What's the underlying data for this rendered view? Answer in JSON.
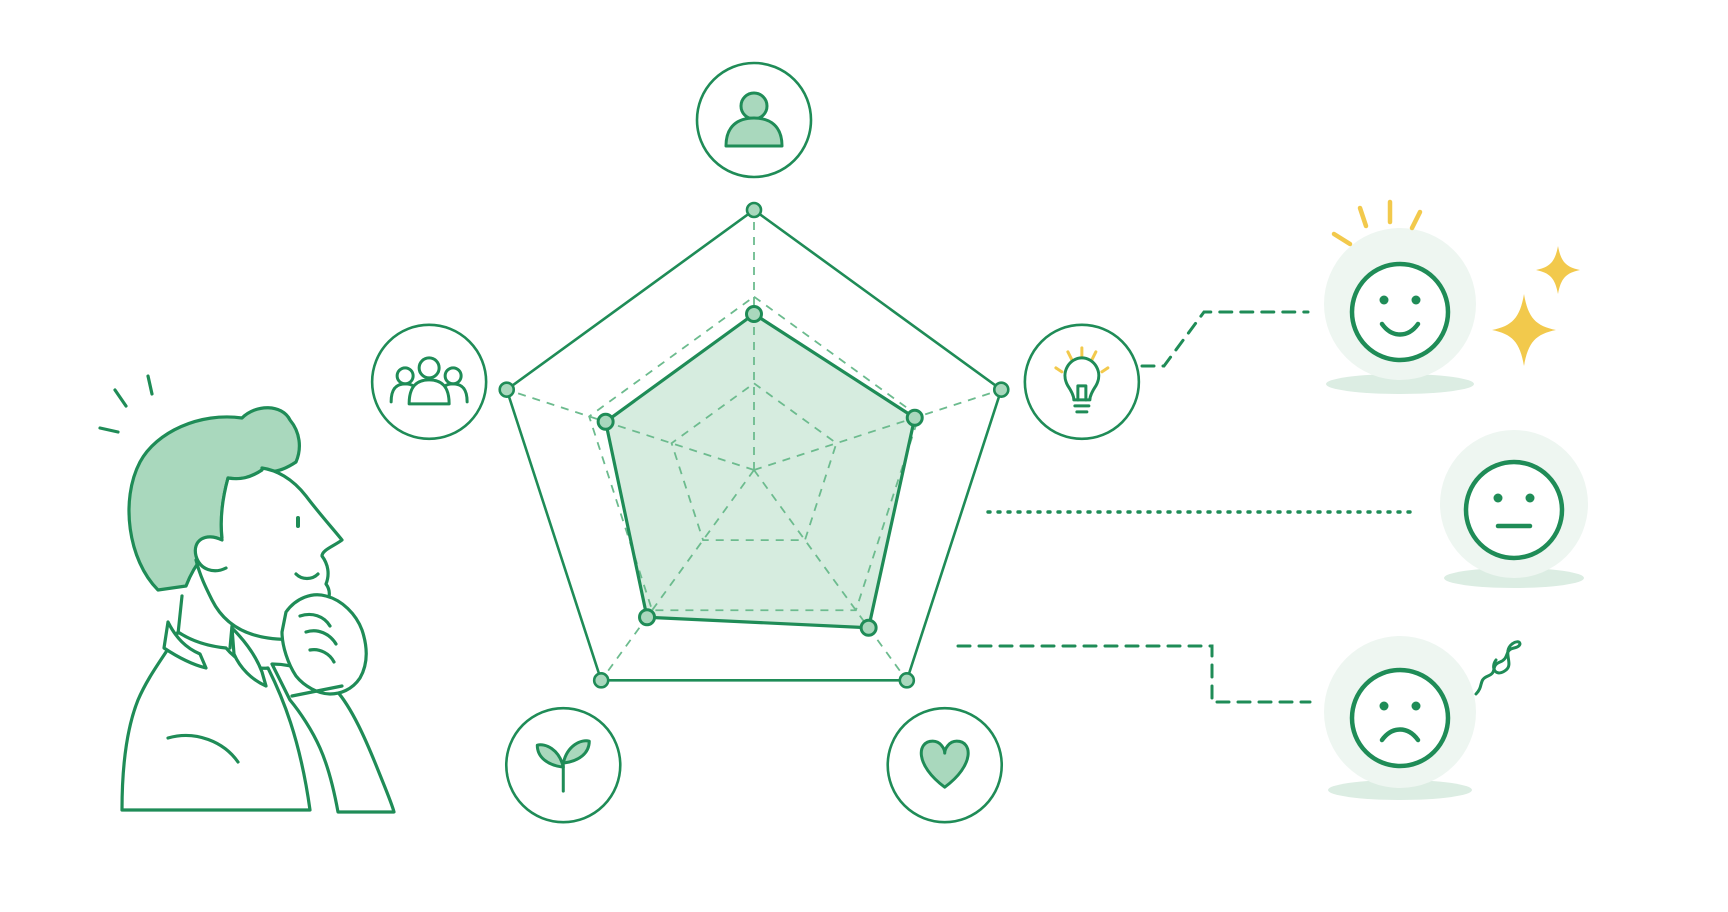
{
  "colors": {
    "primary": "#1f8c57",
    "primary_light": "#a9d8bd",
    "fill": "#cfe9d9",
    "dashed": "#6cbb8e",
    "soft_bg": "#eef6f1",
    "shadow": "#dcede3",
    "accent_yellow": "#f2c94c"
  },
  "radar": {
    "axes": [
      {
        "name": "person",
        "icon": "person-icon"
      },
      {
        "name": "ideas",
        "icon": "lightbulb-icon"
      },
      {
        "name": "care",
        "icon": "heart-icon"
      },
      {
        "name": "growth",
        "icon": "sprout-icon"
      },
      {
        "name": "team",
        "icon": "group-icon"
      }
    ],
    "levels": 3,
    "values": [
      0.6,
      0.65,
      0.75,
      0.7,
      0.6
    ]
  },
  "moods": [
    {
      "name": "happy",
      "icon": "smiley-happy-icon",
      "connector": "dashed"
    },
    {
      "name": "neutral",
      "icon": "smiley-neutral-icon",
      "connector": "dotted"
    },
    {
      "name": "sad",
      "icon": "smiley-sad-icon",
      "connector": "dashed"
    }
  ],
  "figure": {
    "name": "thinking-person",
    "icon": "thinking-person-illustration"
  }
}
